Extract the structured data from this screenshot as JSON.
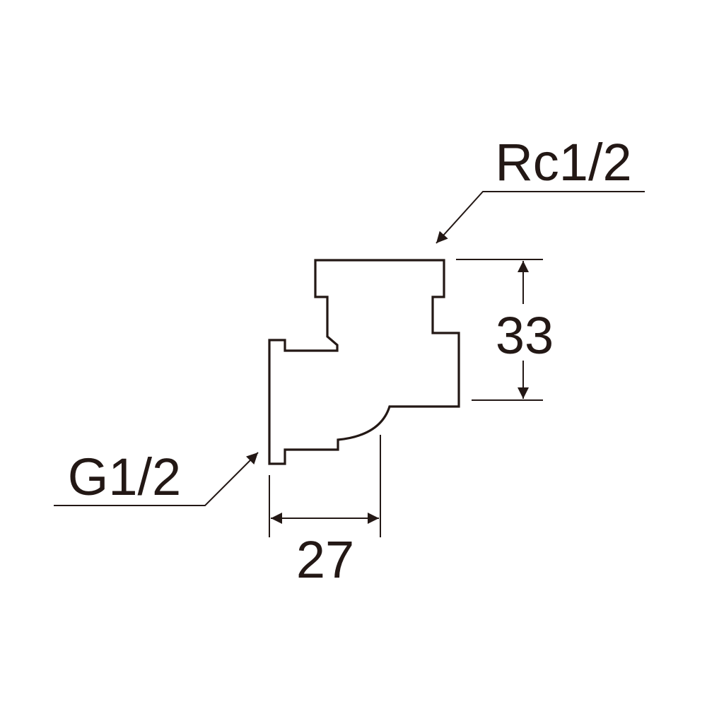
{
  "labels": {
    "top_thread": "Rc1/2",
    "bottom_thread": "G1/2",
    "height_dimension": "33",
    "width_dimension": "27"
  },
  "colors": {
    "line": "#231815",
    "background": "#ffffff"
  }
}
